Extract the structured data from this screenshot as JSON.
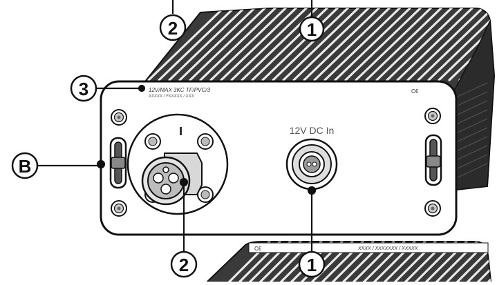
{
  "panel": {
    "connector_label": "12V DC In",
    "top_edge_text": "12V/MAX 3KC TF/PVC/3",
    "top_edge_text_2": "XXXXX / FXXXXX / XXX",
    "bottom_edge_text": "XXXX / XXXXXXX / XXXXX",
    "ce_mark": "C€",
    "ce_mark_bottom": "C€"
  },
  "callouts": {
    "c1_top": "1",
    "c2_top": "2",
    "c3": "3",
    "cB": "B",
    "c2_bottom": "2",
    "c1_bottom": "1"
  },
  "icons": [
    "screw-icon",
    "connector-icon",
    "latch-icon"
  ]
}
